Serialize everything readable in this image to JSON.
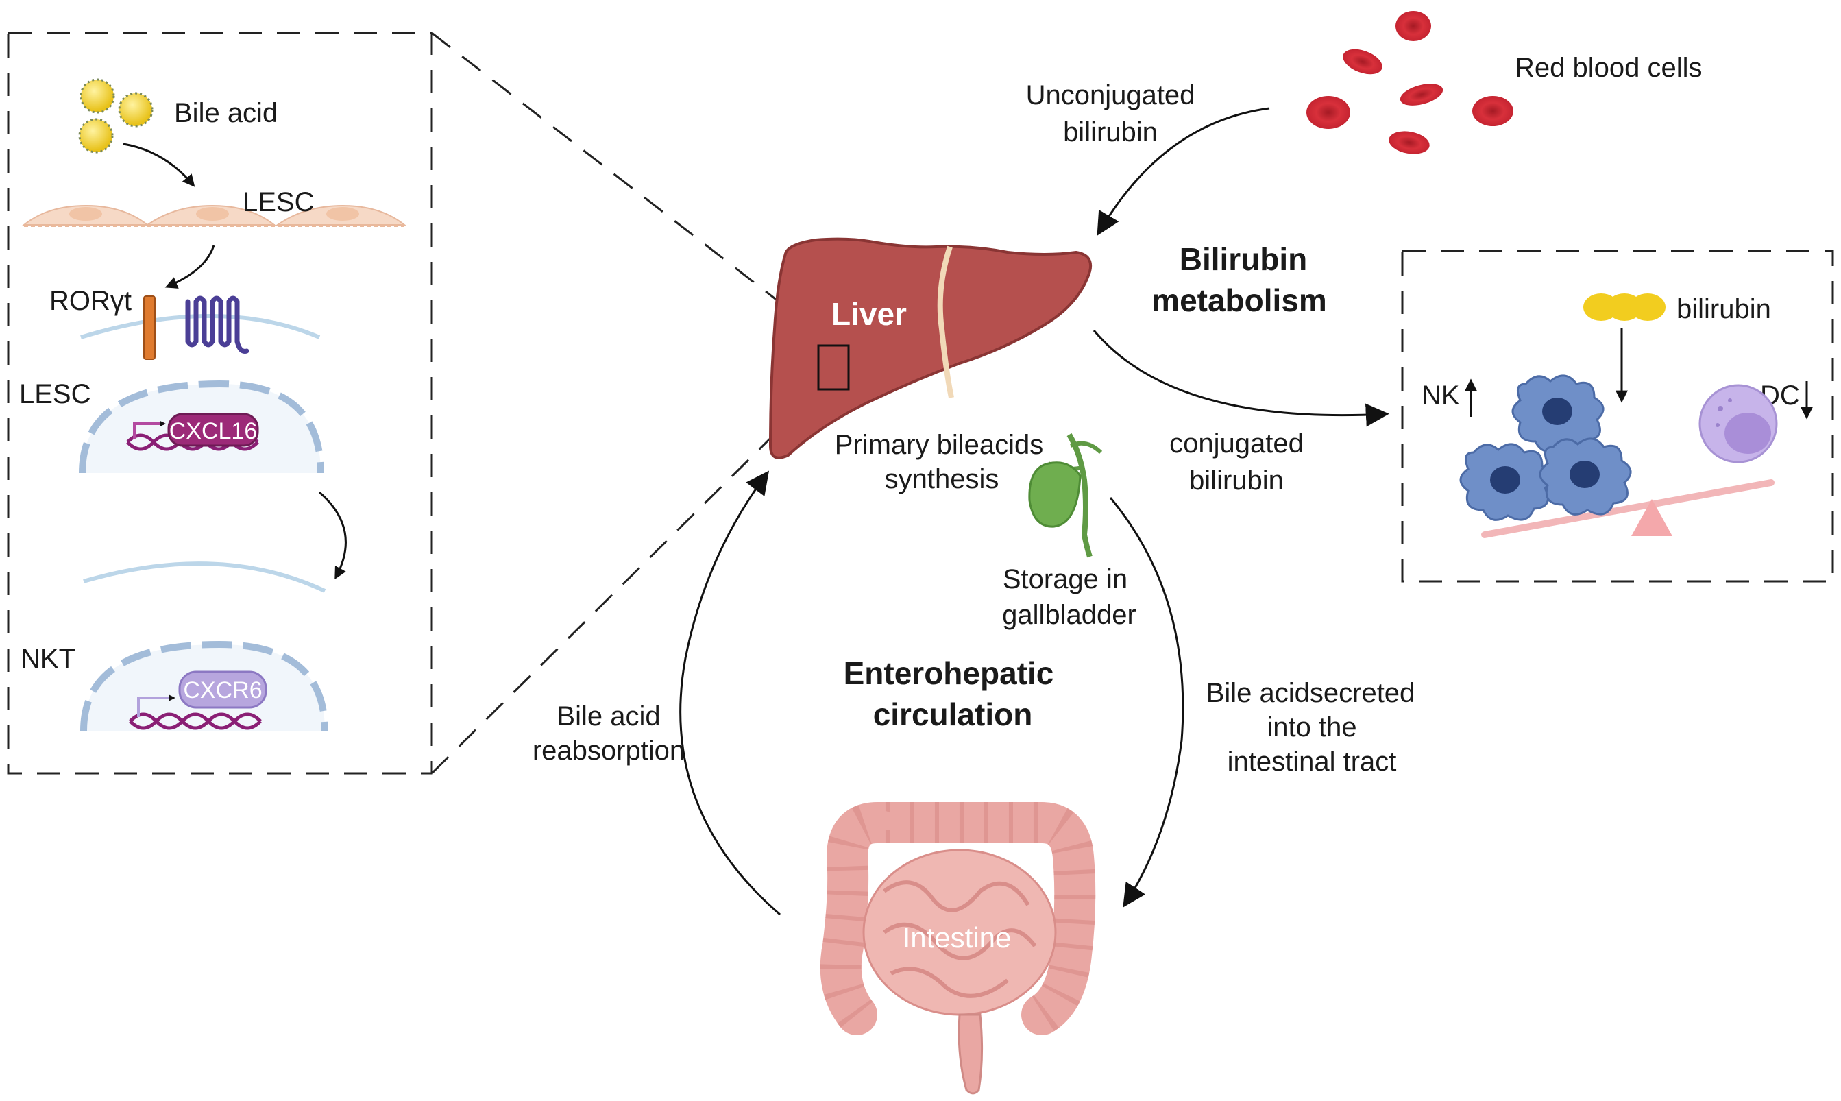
{
  "labels": {
    "red_blood_cells": "Red blood cells",
    "unconjugated_line1": "Unconjugated",
    "unconjugated_line2": "bilirubin",
    "liver": "Liver",
    "bilirubin_metabolism_line1": "Bilirubin",
    "bilirubin_metabolism_line2": "metabolism",
    "conjugated_line1": "conjugated",
    "conjugated_line2": "bilirubin",
    "primary_bileacids_line1": "Primary bileacids",
    "primary_bileacids_line2": "synthesis",
    "storage_line1": "Storage in",
    "storage_line2": "gallbladder",
    "enterohepatic_line1": "Enterohepatic",
    "enterohepatic_line2": "circulation",
    "bile_acid_reabs_line1": "Bile acid",
    "bile_acid_reabs_line2": "reabsorption",
    "bile_secreted_line1": "Bile acidsecreted",
    "bile_secreted_line2": "into the",
    "bile_secreted_line3": "intestinal tract",
    "intestine": "Intestine"
  },
  "left_panel": {
    "bile_acid": "Bile acid",
    "lesc_top": "LESC",
    "ror": "RORγt",
    "lesc_mid": "LESC",
    "cxcl16": "CXCL16",
    "nkt": "NKT",
    "cxcr6": "CXCR6"
  },
  "right_panel": {
    "bilirubin": "bilirubin",
    "nk": "NK",
    "dc": "DC"
  },
  "colors": {
    "liver": "#b5504e",
    "rbc": "#d42b35",
    "intestine": "#e9a7a3",
    "gallbladder": "#6fae4f",
    "bilirubin": "#f2cd1f",
    "nk_cell": "#6f8fc8",
    "dc_cell": "#c7b4ea",
    "cxcl16": "#9c2a78",
    "cxcr6": "#b7a6de",
    "ror": "#e07b2f",
    "receptor": "#4b3f96"
  }
}
